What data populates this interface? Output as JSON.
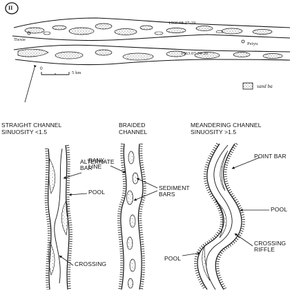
{
  "top_panel": {
    "panel_number": "II",
    "date_upper": "1960.08.27-29",
    "date_lower": "1963.07.24-26",
    "place_left": "Tiexie",
    "place_right": "Peiyu",
    "scale_zero": "0",
    "scale_label": "5 km",
    "legend_label": "sand ba"
  },
  "channels": {
    "straight": {
      "title_line1": "STRAIGHT CHANNEL",
      "title_line2": "SINUOSITY <1.5",
      "label_alternate_bar": "ALTERNATE\nBAR",
      "label_pool": "POOL",
      "label_crossing": "CROSSING"
    },
    "braided": {
      "title_line1": "BRAIDED",
      "title_line2": "CHANNEL",
      "label_bank_line": "BANK\nLINE",
      "label_sediment_bars": "SEDIMENT\nBARS"
    },
    "meandering": {
      "title_line1": "MEANDERING CHANNEL",
      "title_line2": "SINUOSITY >1.5",
      "label_point_bar": "POINT BAR",
      "label_pool_right": "POOL",
      "label_crossing_riffle": "CROSSING\nRIFFLE",
      "label_pool_left": "POOL"
    }
  }
}
